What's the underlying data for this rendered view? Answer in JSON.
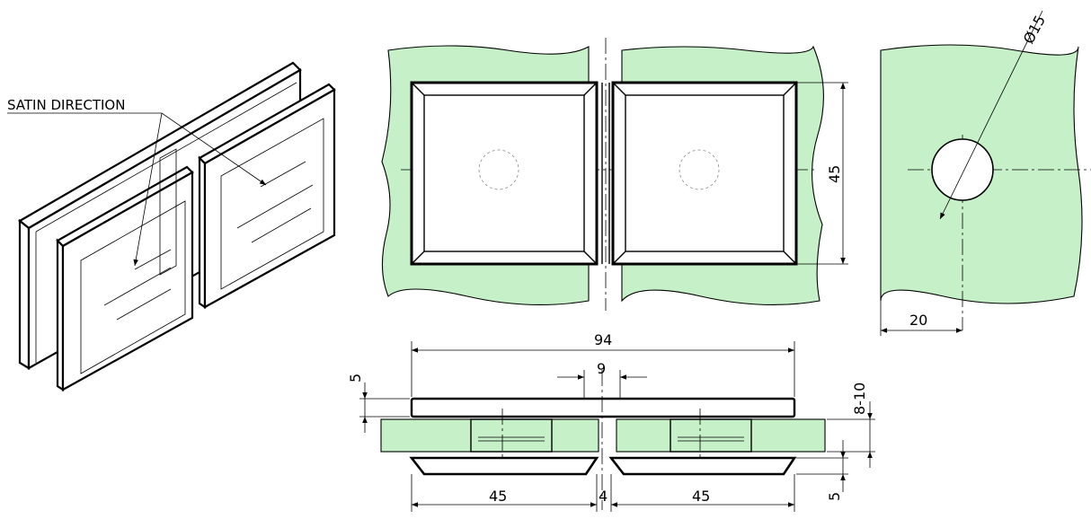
{
  "iso_view": {
    "note_label": "SATIN DIRECTION"
  },
  "dimensions": {
    "overall_length": "94",
    "center_offset": "9",
    "plate_height": "45",
    "left_width": "45",
    "gap": "4",
    "right_width": "45",
    "top_thickness": "5",
    "glass_thickness": "8-10",
    "bottom_thickness": "5",
    "hole_diameter": "Ø15",
    "hole_edge_distance": "20"
  },
  "colors": {
    "glass": "#c5f0c8",
    "line": "#000000"
  }
}
